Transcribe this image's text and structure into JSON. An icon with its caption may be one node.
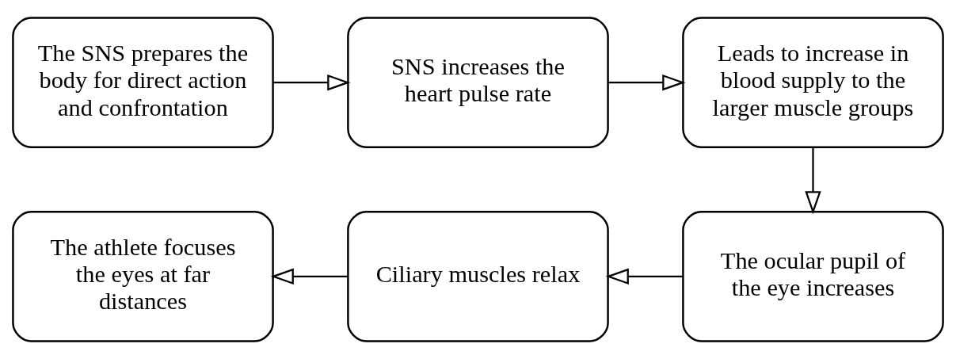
{
  "diagram": {
    "nodes": [
      {
        "text": [
          "The SNS prepares the body for direct action and confrontation"
        ]
      },
      {
        "text": [
          "SNS increases the heart pulse rate"
        ]
      },
      {
        "text": [
          "Leads to increase in blood supply to the larger muscle groups"
        ]
      },
      {
        "text": [
          "The ocular pupil of the eye increases"
        ]
      },
      {
        "text": [
          "Ciliary muscles relax"
        ]
      },
      {
        "text": [
          "The athlete focuses the eyes at far distances"
        ]
      }
    ],
    "edges": [
      {
        "from": 0,
        "to": 1,
        "arrow": "to"
      },
      {
        "from": 1,
        "to": 2,
        "arrow": "to"
      },
      {
        "from": 2,
        "to": 3,
        "arrow": "to"
      },
      {
        "from": 3,
        "to": 4,
        "arrow": "to"
      },
      {
        "from": 4,
        "to": 5,
        "arrow": "to"
      }
    ]
  }
}
